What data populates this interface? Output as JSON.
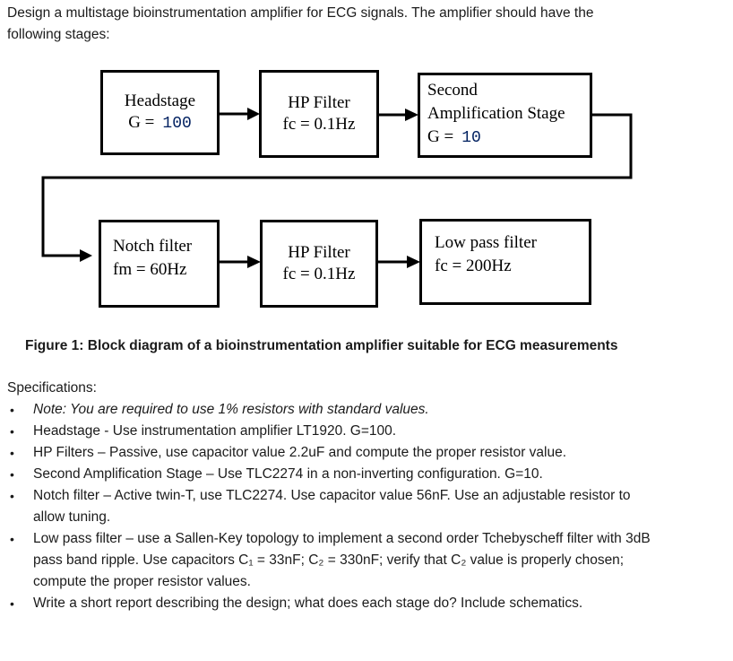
{
  "intro": {
    "lines": [
      "Design a multistage bioinstrumentation amplifier for ECG signals. The amplifier should have the",
      "following stages:"
    ]
  },
  "diagram": {
    "boxes": {
      "headstage": {
        "title": "Headstage",
        "gain_label": "G =",
        "gain_value": "100"
      },
      "hp_filter_1": {
        "line1": "HP Filter",
        "line2": "fc = 0.1Hz"
      },
      "second_amp": {
        "line1": "Second",
        "line2": "Amplification Stage",
        "gain_label": "G =",
        "gain_value": "10"
      },
      "notch_filter": {
        "line1": "Notch filter",
        "line2": "fm = 60Hz"
      },
      "hp_filter_2": {
        "line1": "HP Filter",
        "line2": "fc = 0.1Hz"
      },
      "low_pass": {
        "line1": "Low pass filter",
        "line2": "fc = 200Hz"
      }
    },
    "colors": {
      "border": "#000000",
      "gain_value": "#002060",
      "background": "#ffffff"
    }
  },
  "caption": "Figure 1: Block diagram of a bioinstrumentation amplifier suitable for ECG measurements",
  "specs": {
    "heading": "Specifications:",
    "bullet_char": "•",
    "items": [
      {
        "italic": true,
        "lines": [
          "Note: You are required to use 1% resistors with standard values."
        ]
      },
      {
        "italic": false,
        "lines": [
          "Headstage - Use instrumentation amplifier LT1920. G=100."
        ]
      },
      {
        "italic": false,
        "lines": [
          "HP Filters – Passive, use capacitor value 2.2uF and compute the proper resistor value."
        ]
      },
      {
        "italic": false,
        "lines": [
          "Second Amplification Stage – Use TLC2274 in a non-inverting configuration. G=10."
        ]
      },
      {
        "italic": false,
        "lines": [
          "Notch filter – Active twin-T, use TLC2274. Use capacitor value 56nF. Use an adjustable resistor to",
          "allow tuning."
        ]
      },
      {
        "italic": false,
        "lines": [
          "Low pass filter – use a Sallen-Key topology to implement a second order Tchebyscheff filter with 3dB",
          "pass band ripple. Use capacitors C₁ = 33nF; C₂ = 330nF; verify that C₂ value is properly chosen;",
          "compute the proper resistor values."
        ]
      },
      {
        "italic": false,
        "lines": [
          "Write a short report describing the design; what does each stage do? Include schematics."
        ]
      }
    ]
  }
}
